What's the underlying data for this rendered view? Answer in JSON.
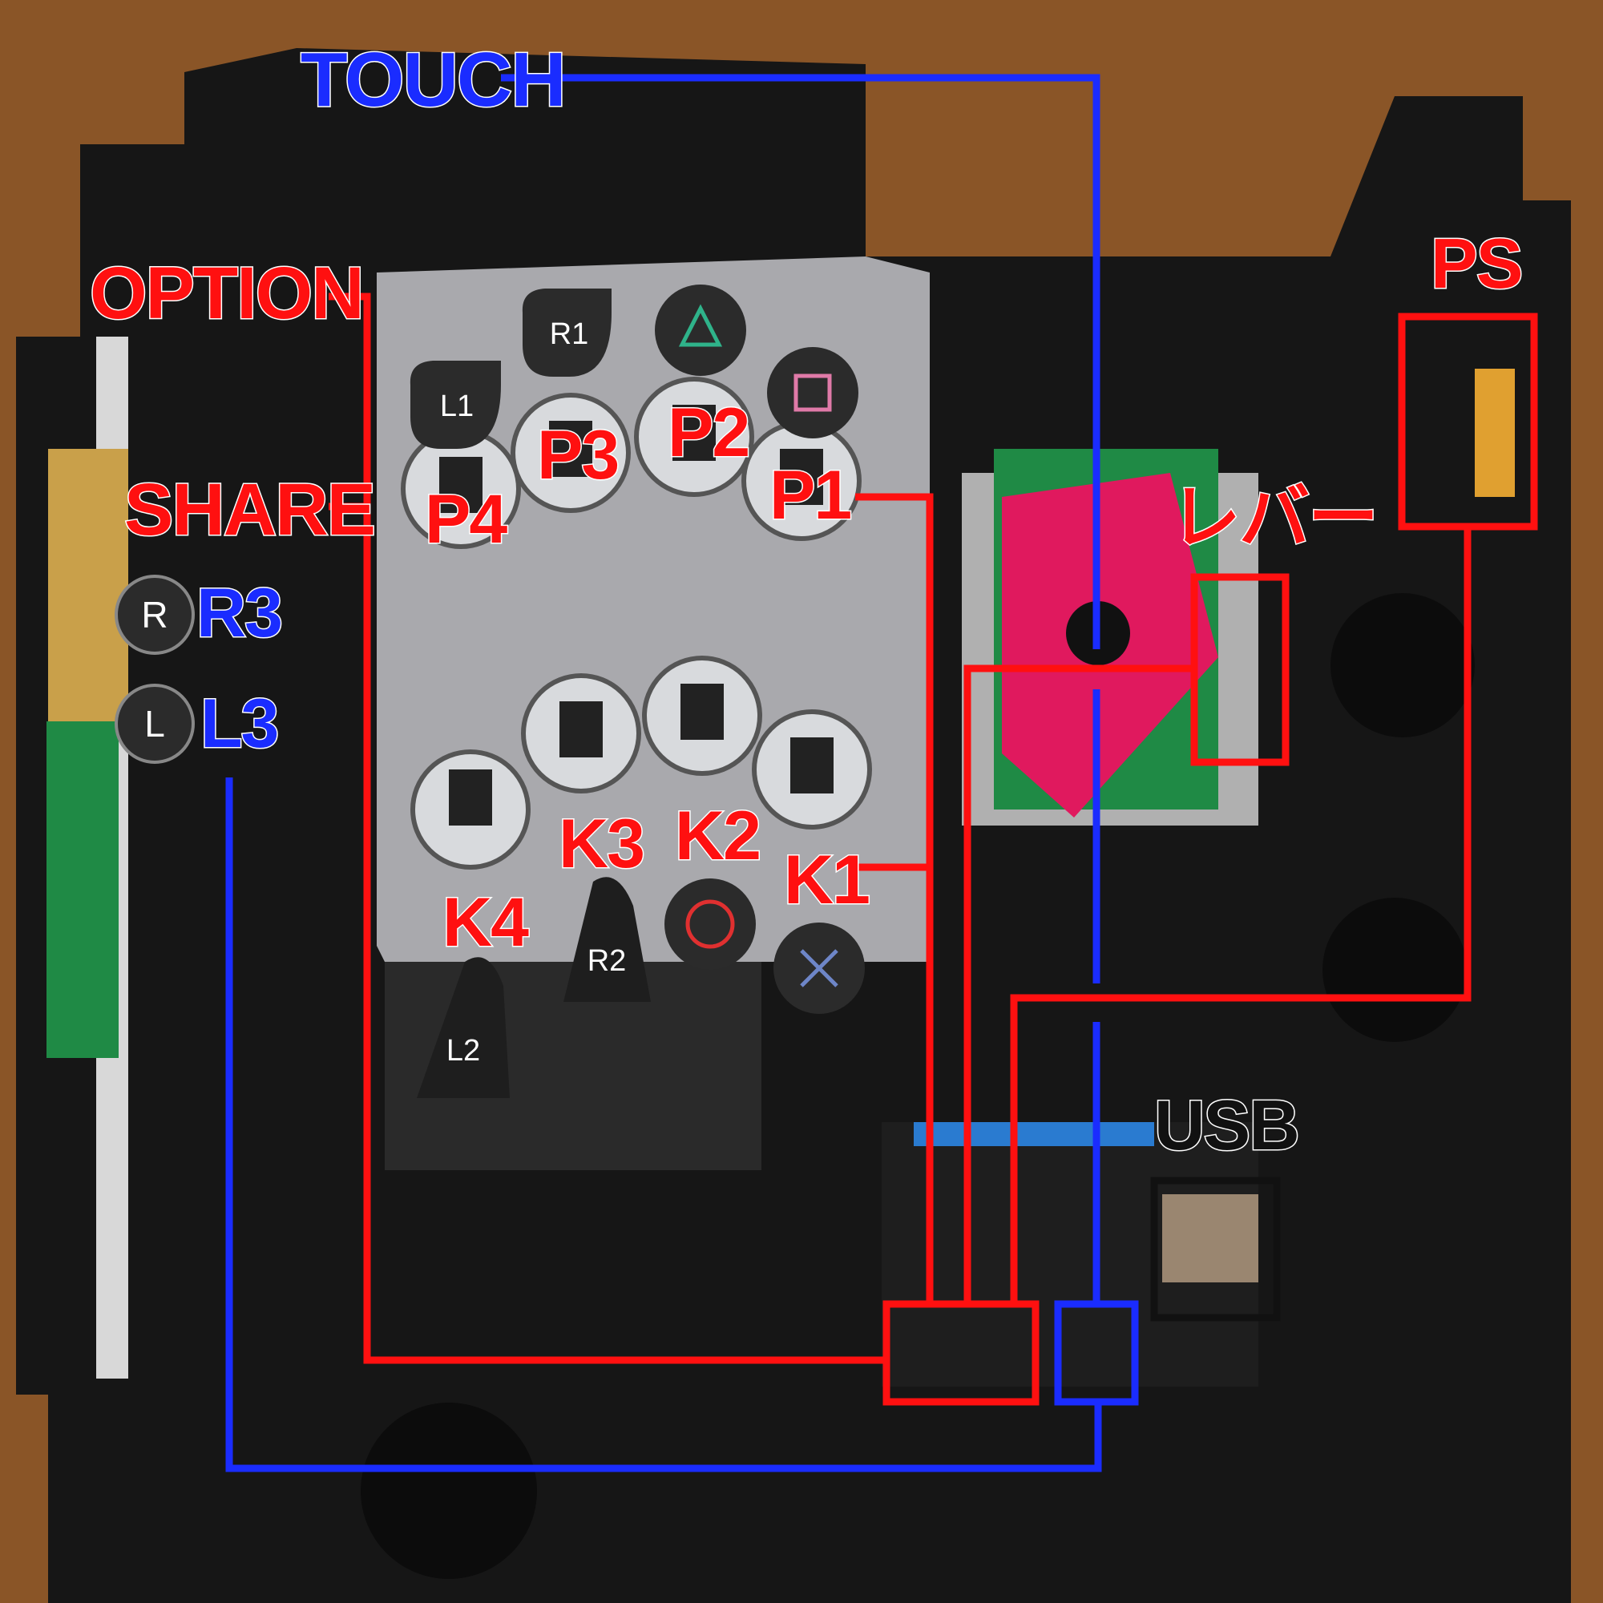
{
  "labels": {
    "touch": "TOUCH",
    "option": "OPTION",
    "share": "SHARE",
    "r3": "R3",
    "l3": "L3",
    "ps": "PS",
    "lever": "レバー",
    "usb": "USB",
    "p1": "P1",
    "p2": "P2",
    "p3": "P3",
    "p4": "P4",
    "k1": "K1",
    "k2": "K2",
    "k3": "K3",
    "k4": "K4"
  },
  "button_icons": {
    "r1": "R1",
    "l1": "L1",
    "r2": "R2",
    "l2": "L2",
    "r_stick": "R",
    "l_stick": "L",
    "triangle": "triangle-icon",
    "square": "square-icon",
    "circle": "circle-icon",
    "cross": "cross-icon"
  },
  "colors": {
    "red_wire": "#ff1010",
    "blue_wire": "#1a2cff",
    "black_box": "#111111",
    "lever_plate": "#e0195e",
    "triangle": "#2fb38a",
    "square": "#e07aa8",
    "circle": "#e03030",
    "cross": "#6e86c8"
  }
}
